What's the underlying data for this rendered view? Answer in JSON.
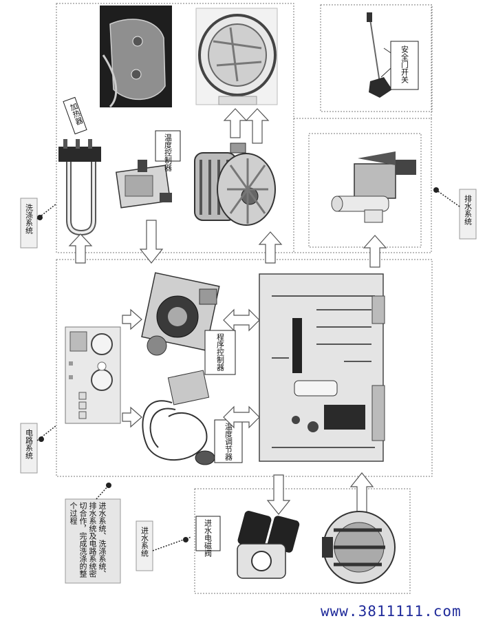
{
  "systems": {
    "wash": "洗涤系统",
    "drain": "排水系统",
    "circuit": "电路系统",
    "inlet": "进水系统"
  },
  "components": {
    "heater": "加热器",
    "temp_controller": "温度控制器",
    "door_switch": "安全门开关",
    "program_controller": "程序控制器",
    "temp_regulator": "温度调节器",
    "inlet_valve": "进水电磁阀"
  },
  "note": "进水系统、洗涤系统、排水系统及电路系统密切合作，完成洗涤的整个过程",
  "watermark": "www.3811111.com"
}
